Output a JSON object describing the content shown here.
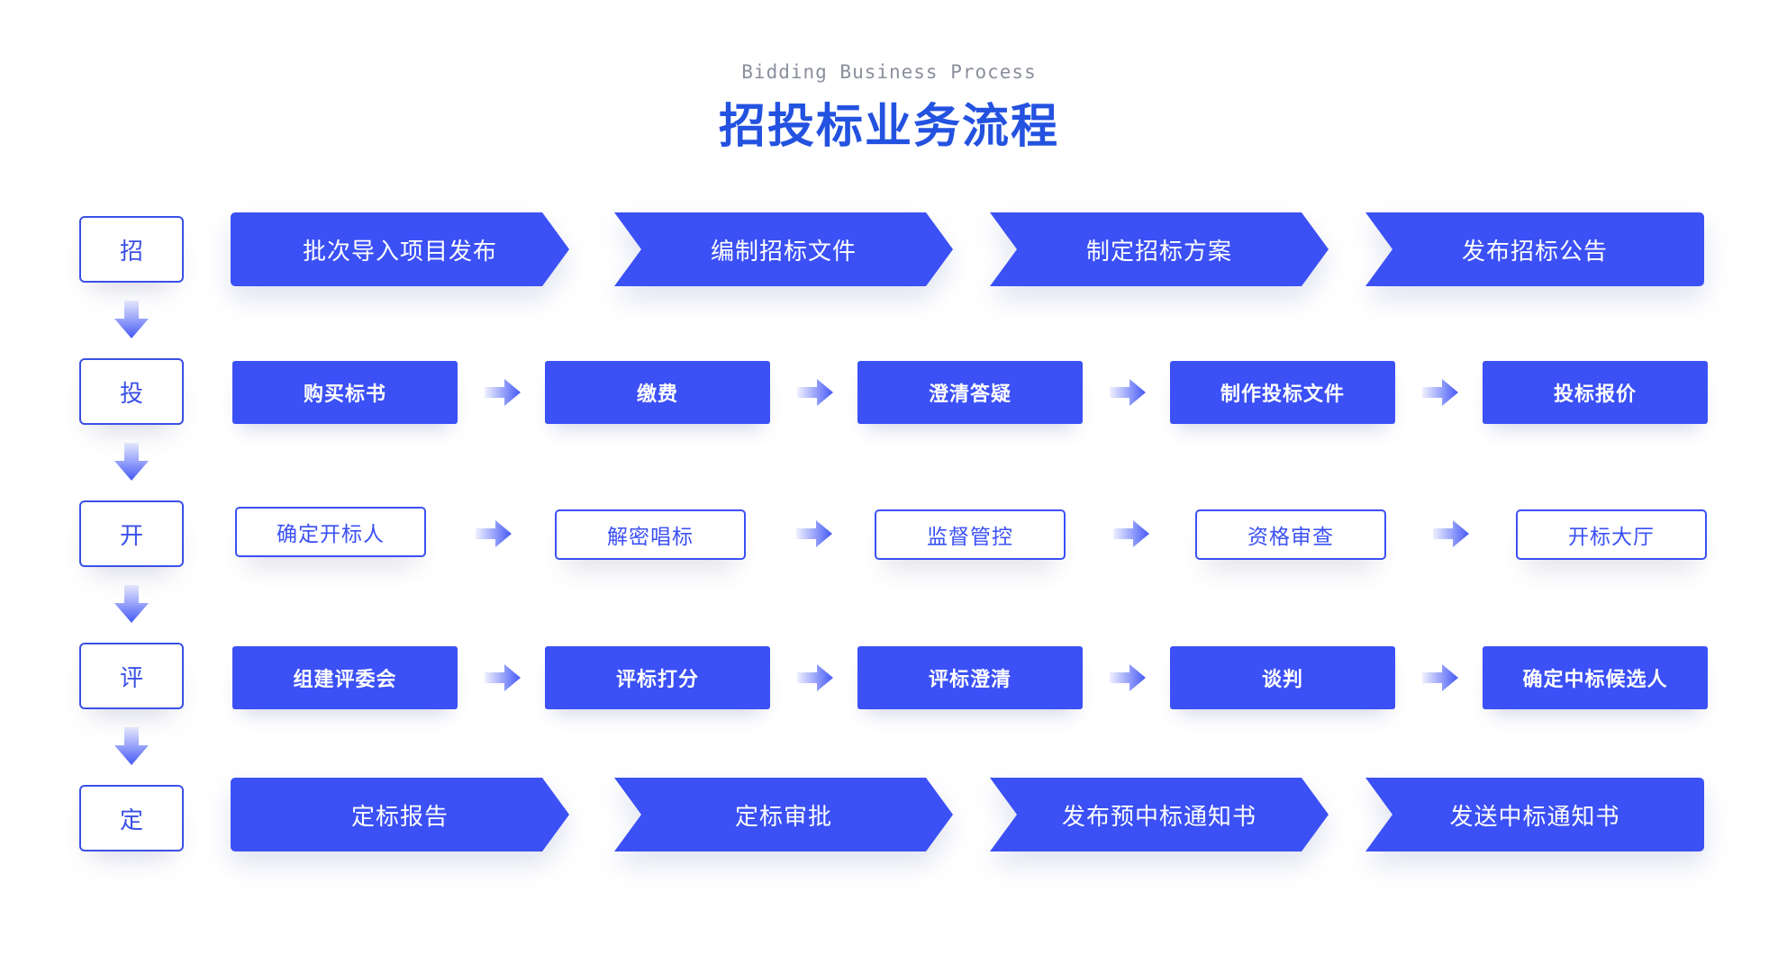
{
  "header": {
    "subtitle": "Bidding Business Process",
    "title": "招投标业务流程"
  },
  "stages": [
    "招",
    "投",
    "开",
    "评",
    "定"
  ],
  "rows": {
    "zhao": [
      "批次导入项目发布",
      "编制招标文件",
      "制定招标方案",
      "发布招标公告"
    ],
    "tou": [
      "购买标书",
      "缴费",
      "澄清答疑",
      "制作投标文件",
      "投标报价"
    ],
    "kai": [
      "确定开标人",
      "解密唱标",
      "监督管控",
      "资格审查",
      "开标大厅"
    ],
    "ping": [
      "组建评委会",
      "评标打分",
      "评标澄清",
      "谈判",
      "确定中标候选人"
    ],
    "ding": [
      "定标报告",
      "定标审批",
      "发布预中标通知书",
      "发送中标通知书"
    ]
  },
  "colors": {
    "primary": "#3b50f5",
    "title": "#2452e0",
    "subtitle": "#8a8f9c"
  }
}
